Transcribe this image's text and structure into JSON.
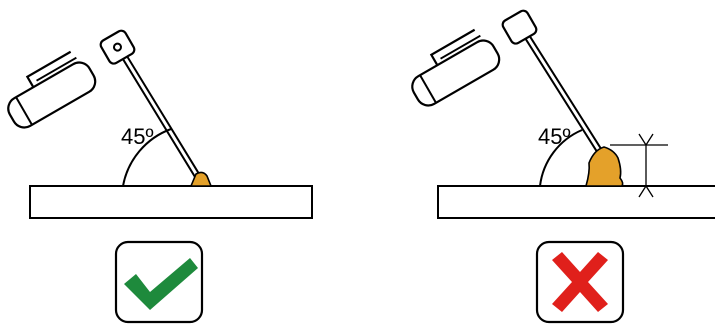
{
  "panels": [
    {
      "angle_label": "45º",
      "verdict": "correct",
      "verdict_icon": "checkmark-icon",
      "verdict_color": "#1e8a3c"
    },
    {
      "angle_label": "45º",
      "verdict": "incorrect",
      "verdict_icon": "x-mark-icon",
      "verdict_color": "#e0201b"
    }
  ],
  "colors": {
    "weld_bead": "#e4a12a",
    "outline": "#000000",
    "fill": "#ffffff"
  }
}
